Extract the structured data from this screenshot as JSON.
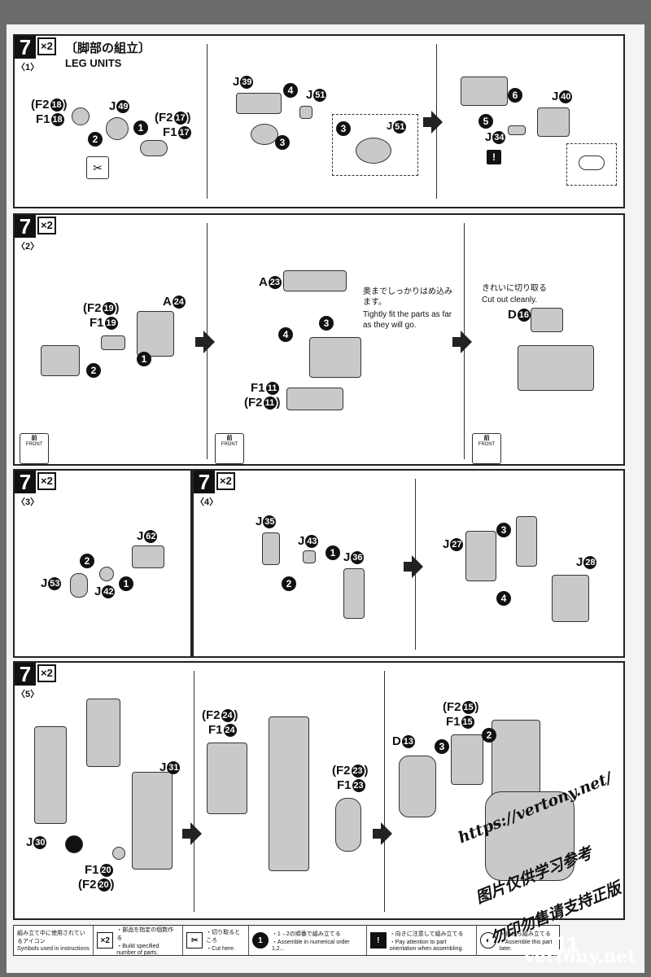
{
  "page_number": "11",
  "step_number": "7",
  "multiplier": "×2",
  "sections": {
    "s1": {
      "sub": "〈1〉",
      "title_jp": "〔脚部の組立〕",
      "title_en": "LEG UNITS"
    },
    "s2": {
      "sub": "〈2〉"
    },
    "s3": {
      "sub": "〈3〉"
    },
    "s4": {
      "sub": "〈4〉"
    },
    "s5": {
      "sub": "〈5〉"
    }
  },
  "labels": {
    "f2_18": "(F2",
    "f1_18": "F1",
    "j49": "J",
    "f2_17": "(F2",
    "f1_17": "F1",
    "j39": "J",
    "j51": "J",
    "j51b": "J",
    "j40": "J",
    "j34": "J",
    "a23": "A",
    "a24": "A",
    "f2_19": "(F2",
    "f1_19": "F1",
    "f1_11": "F1",
    "f2_11": "(F2",
    "d16": "D",
    "j62": "J",
    "j53": "J",
    "j42": "J",
    "j35": "J",
    "j43": "J",
    "j36": "J",
    "j27": "J",
    "j28": "J",
    "j31": "J",
    "j30": "J",
    "f1_20": "F1",
    "f2_20": "(F2",
    "f2_24": "(F2",
    "f1_24": "F1",
    "f2_23": "(F2",
    "f1_23": "F1",
    "d13": "D",
    "f2_15": "(F2",
    "f1_15": "F1"
  },
  "circled_nums": {
    "n18": "18",
    "n49": "49",
    "n17": "17",
    "n39": "39",
    "n51": "51",
    "n40": "40",
    "n34": "34",
    "n23": "23",
    "n24": "24",
    "n19": "19",
    "n11": "11",
    "n16": "16",
    "n62": "62",
    "n53": "53",
    "n42": "42",
    "n35": "35",
    "n43": "43",
    "n36": "36",
    "n27": "27",
    "n28": "28",
    "n31": "31",
    "n30": "30",
    "n20": "20",
    "n13": "13",
    "n15": "15"
  },
  "notes": {
    "tight_jp": "奥までしっかりはめ込みます。",
    "tight_en": "Tightly fit the parts as far as they will go.",
    "cut_jp": "きれいに切り取る",
    "cut_en": "Cut out cleanly.",
    "front_jp": "前",
    "front_en": "FRONT",
    "warn": "!"
  },
  "legend": {
    "title_jp": "組み立て中に使用されているアイコン",
    "title_en": "Symbols used in instructions",
    "items": [
      {
        "icon": "×2",
        "jp": "・部品を指定の個数作る",
        "en": "・Build specified number of parts."
      },
      {
        "icon": "✂",
        "jp": "・切り取るところ",
        "en": "・Cut here."
      },
      {
        "icon": "1",
        "jp": "・1→2の順番で組み立てる",
        "en": "・Assemble in numerical order 1,2..."
      },
      {
        "icon": "!",
        "jp": "・向きに注意して組み立てる",
        "en": "・Pay attention to part orientation when assembling."
      },
      {
        "icon": "◐",
        "jp": "・後から組み立てる",
        "en": "・Assemble this part later."
      }
    ]
  },
  "watermarks": {
    "url": "https://vertony.net/",
    "cn1": "图片仅供学习参考",
    "cn2": "勿印勿售请支持正版",
    "site": "vertony.net"
  }
}
